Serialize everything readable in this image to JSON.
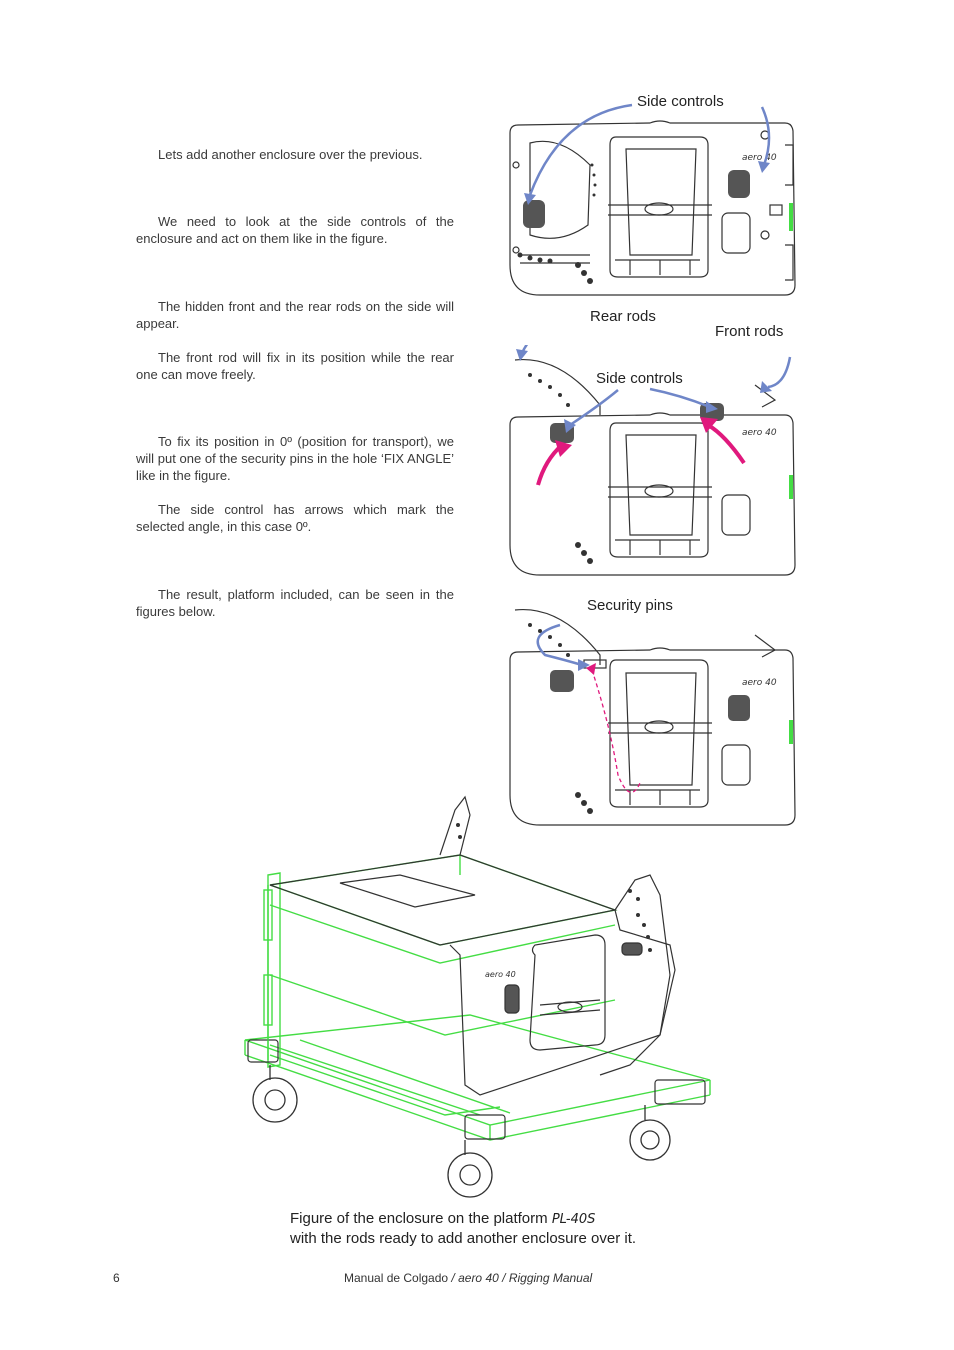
{
  "paragraphs": [
    "Lets add another enclosure over the previous.",
    "We need to look at the side controls of the enclosure and act on them like in the figure.",
    "The hidden front and the rear rods on the side will appear.",
    "The front rod will fix in its position while the rear one can move freely.",
    "To fix its position in 0º (position for transport), we will put one of the security pins in the hole ‘FIX ANGLE’ like in the figure.",
    "The side control has arrows which mark the selected angle, in this case 0º.",
    "The result, platform included, can be seen in the figures below."
  ],
  "figures": {
    "fig1": {
      "label": "Side  controls"
    },
    "fig2": {
      "rear_rods": "Rear  rods",
      "front_rods": "Front  rods",
      "side_controls": "Side  controls"
    },
    "fig3": {
      "label": "Security  pins"
    }
  },
  "caption": {
    "line1": "Figure  of  the  enclosure  on  the  platform",
    "model": "PL-40S",
    "line2": "with  the  rods  ready  to  add  another  enclosure  over  it."
  },
  "footer": {
    "page_number": "6",
    "text_a": "Manual  de  Colgado",
    "text_b": "/ aero 40 /",
    "text_c": "Rigging  Manual"
  },
  "brand": {
    "logo_text": "aero 40"
  },
  "colors": {
    "arrow_blue": "#6f86c8",
    "arrow_pink": "#e0197d",
    "platform_green": "#44dd44",
    "line": "#333333"
  }
}
